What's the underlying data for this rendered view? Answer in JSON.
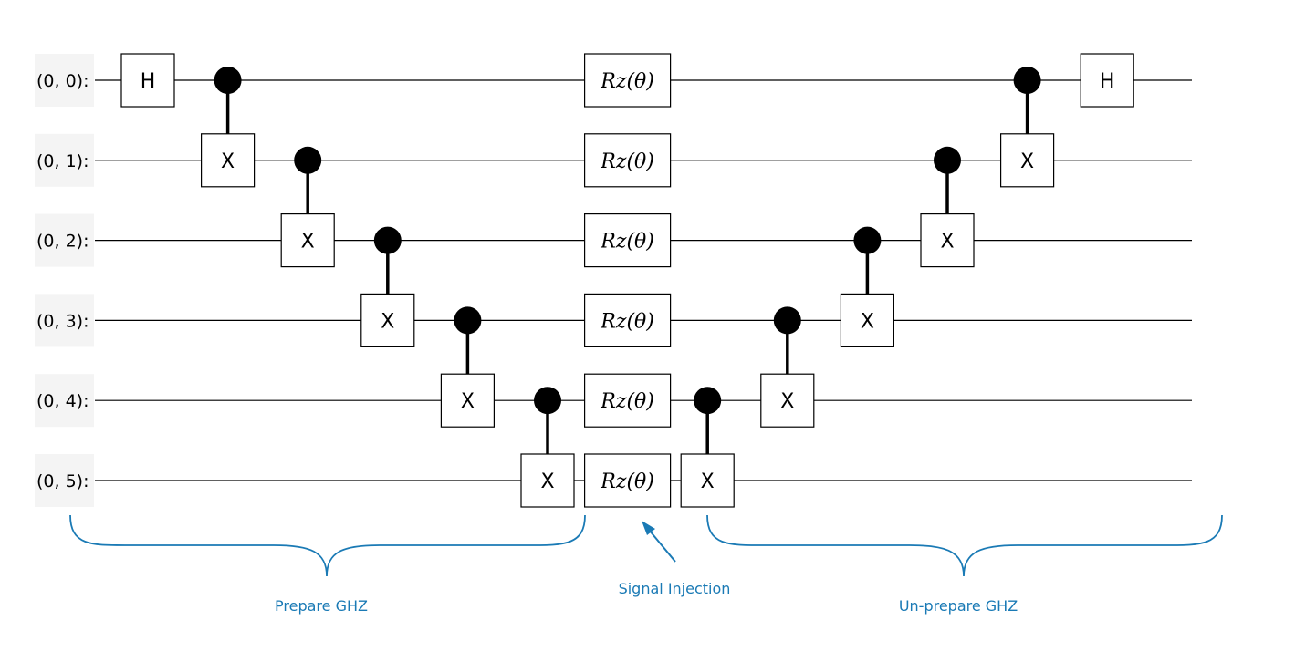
{
  "qubits": [
    "(0, 0):",
    "(0, 1):",
    "(0, 2):",
    "(0, 3):",
    "(0, 4):",
    "(0, 5):"
  ],
  "gate_labels": {
    "hadamard": "H",
    "not": "X",
    "rz": "Rz(θ)"
  },
  "annotations": {
    "prepare": "Prepare GHZ",
    "signal": "Signal Injection",
    "unprepare": "Un-prepare GHZ"
  },
  "colors": {
    "wire": "#000000",
    "annotation": "#1a7ab5",
    "label_bg": "#f4f4f4"
  },
  "circuit": {
    "moments": [
      [
        {
          "type": "H",
          "q": 0
        }
      ],
      [
        {
          "type": "CNOT",
          "c": 0,
          "t": 1
        }
      ],
      [
        {
          "type": "CNOT",
          "c": 1,
          "t": 2
        }
      ],
      [
        {
          "type": "CNOT",
          "c": 2,
          "t": 3
        }
      ],
      [
        {
          "type": "CNOT",
          "c": 3,
          "t": 4
        }
      ],
      [
        {
          "type": "CNOT",
          "c": 4,
          "t": 5
        }
      ],
      [
        {
          "type": "RZ",
          "q": 0
        },
        {
          "type": "RZ",
          "q": 1
        },
        {
          "type": "RZ",
          "q": 2
        },
        {
          "type": "RZ",
          "q": 3
        },
        {
          "type": "RZ",
          "q": 4
        },
        {
          "type": "RZ",
          "q": 5
        }
      ],
      [
        {
          "type": "CNOT",
          "c": 4,
          "t": 5
        }
      ],
      [
        {
          "type": "CNOT",
          "c": 3,
          "t": 4
        }
      ],
      [
        {
          "type": "CNOT",
          "c": 2,
          "t": 3
        }
      ],
      [
        {
          "type": "CNOT",
          "c": 1,
          "t": 2
        }
      ],
      [
        {
          "type": "CNOT",
          "c": 0,
          "t": 1
        }
      ],
      [
        {
          "type": "H",
          "q": 0
        }
      ]
    ]
  }
}
